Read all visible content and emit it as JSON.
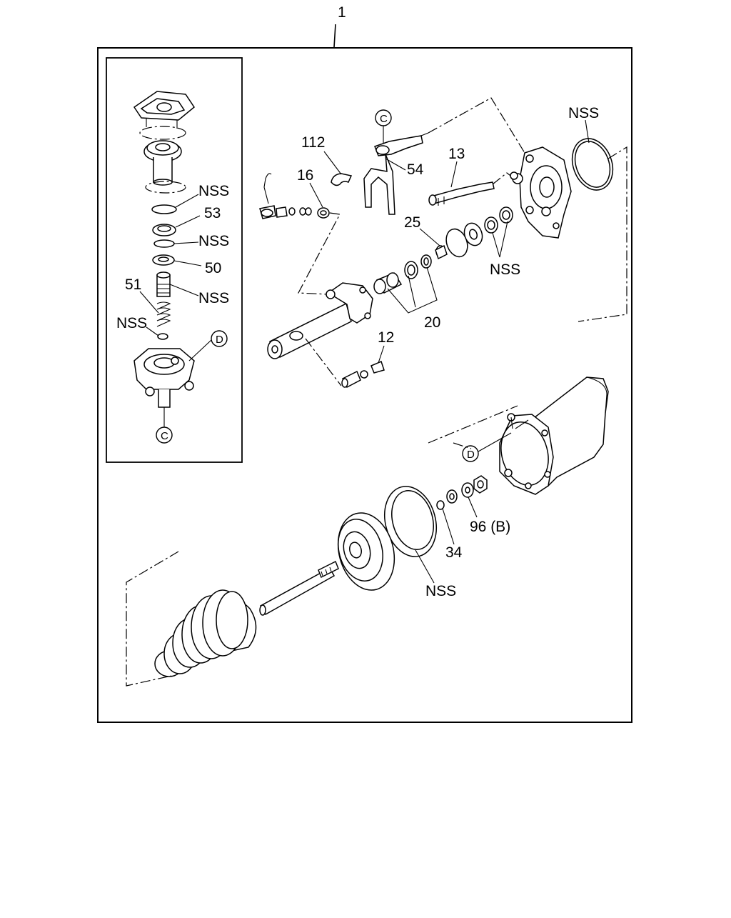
{
  "diagram": {
    "main_label": "1",
    "circle_markers": {
      "c": "C",
      "d": "D"
    },
    "inset": {
      "labels": {
        "nss_a": "NSS",
        "p53": "53",
        "nss_b": "NSS",
        "p50": "50",
        "p51": "51",
        "nss_c": "NSS",
        "nss_d": "NSS"
      }
    },
    "main": {
      "labels": {
        "p112": "112",
        "p16": "16",
        "p54": "54",
        "p13": "13",
        "nss_ring": "NSS",
        "p25": "25",
        "nss_pair": "NSS",
        "p20": "20",
        "p12": "12",
        "p96b": "96 (B)",
        "p34": "34",
        "nss_seal": "NSS"
      }
    }
  }
}
